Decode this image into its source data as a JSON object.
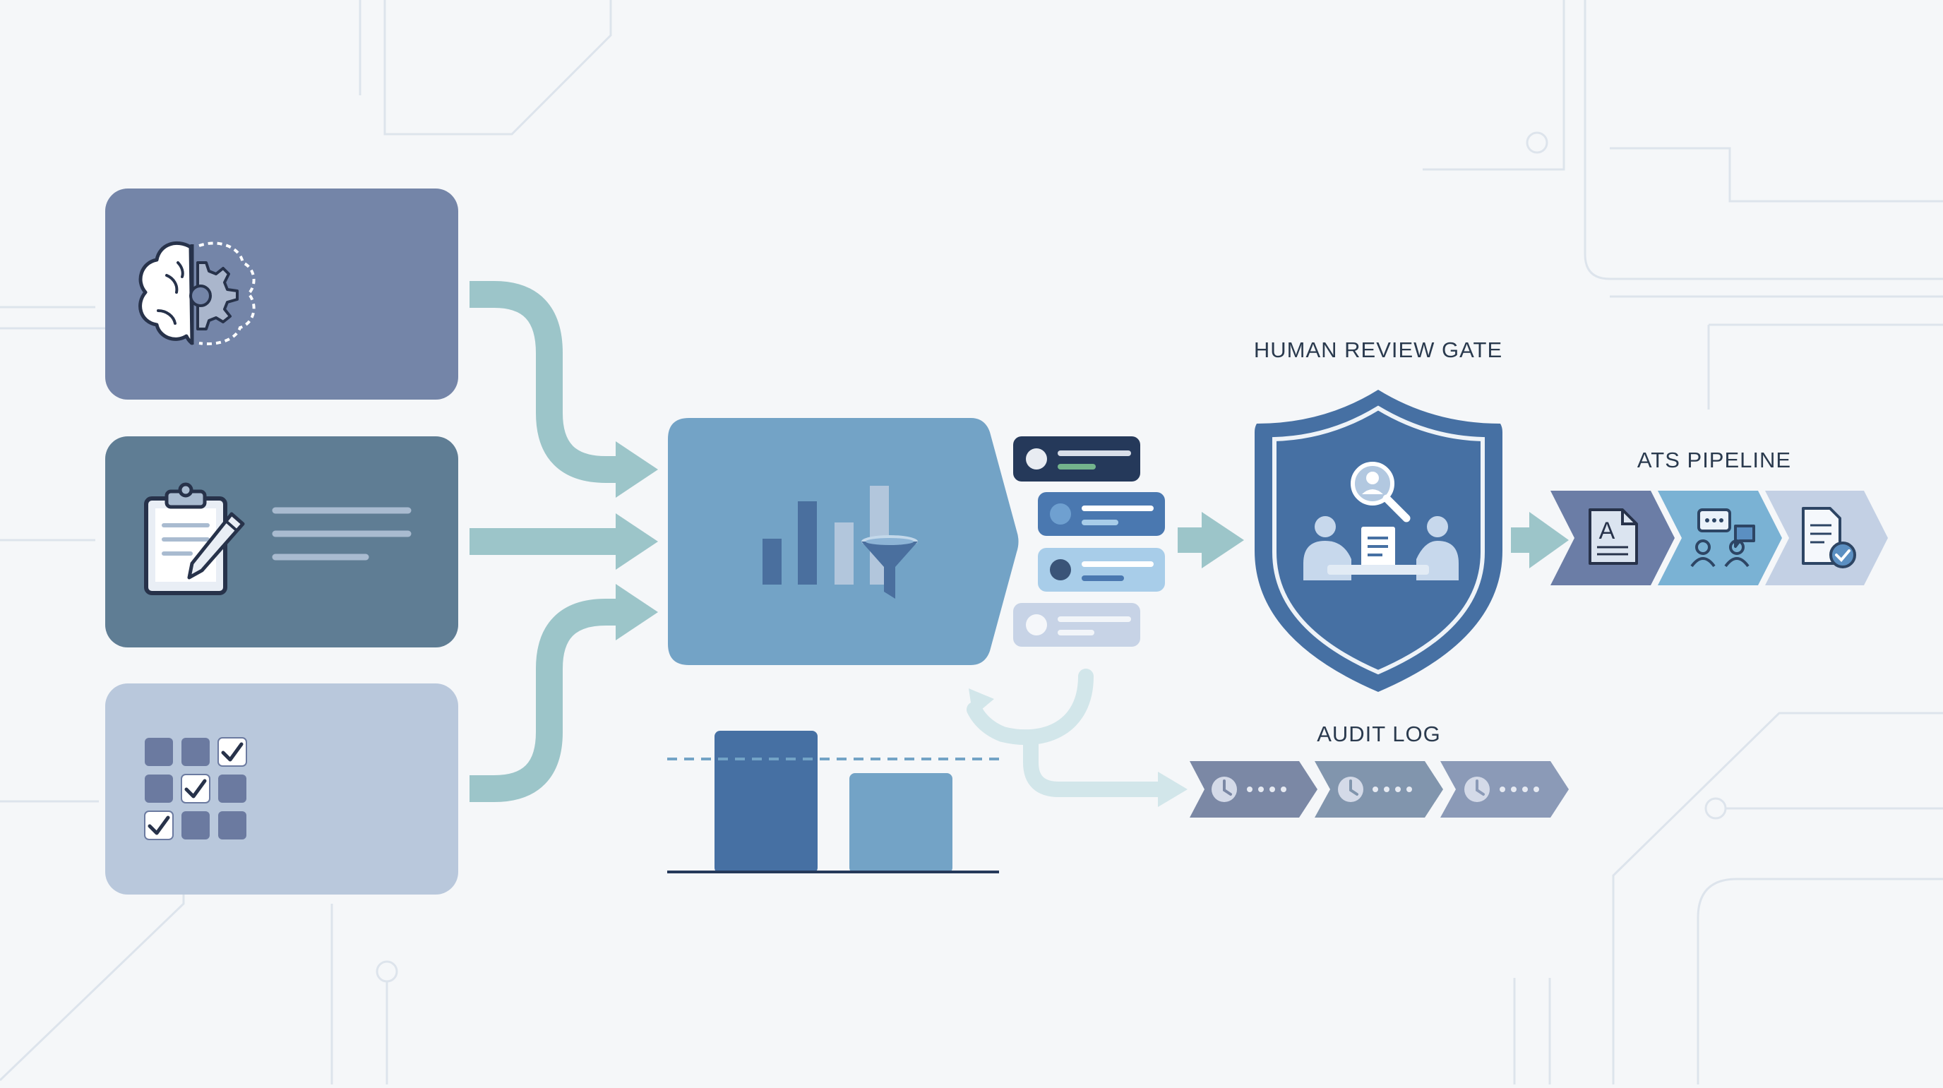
{
  "labels": {
    "human_review_gate": "HUMAN REVIEW GATE",
    "ats_pipeline": "ATS PIPELINE",
    "audit_log": "AUDIT LOG"
  },
  "colors": {
    "background": "#f5f7f9",
    "circuit_line": "#dde4ec",
    "card_cognitive": "#7485a8",
    "card_structured_interview": "#5f7d94",
    "card_work_sample": "#b9c8dc",
    "connector_teal": "#9cc5c9",
    "scoring_engine": "#73a3c6",
    "shield": "#4670a3",
    "label_text": "#2a3a4e",
    "ranked_dark": "#25395a",
    "ranked_mid": "#4a78b0",
    "ranked_light": "#a8cde9",
    "ranked_pale": "#c7d3e6",
    "chart_bar_dark": "#4670a3",
    "chart_bar_light": "#73a3c6",
    "audit_chevron": "#7b88a5",
    "ats_chevron_1": "#6b7da6",
    "ats_chevron_2": "#7ab2d4",
    "ats_chevron_3": "#c3d0e4"
  },
  "icons": {
    "card_1": "brain-gear-icon",
    "card_2": "clipboard-pencil-icon",
    "card_3": "checkbox-grid-icon",
    "engine": "bar-chart-funnel-icon",
    "shield": "review-meeting-icon",
    "ats_1": "resume-document-icon",
    "ats_2": "interview-chat-icon",
    "ats_3": "approved-document-icon",
    "audit": "clock-icon"
  },
  "comparison_chart": {
    "bars": [
      {
        "value": 100
      },
      {
        "value": 70
      }
    ],
    "threshold": 80,
    "max": 100
  }
}
